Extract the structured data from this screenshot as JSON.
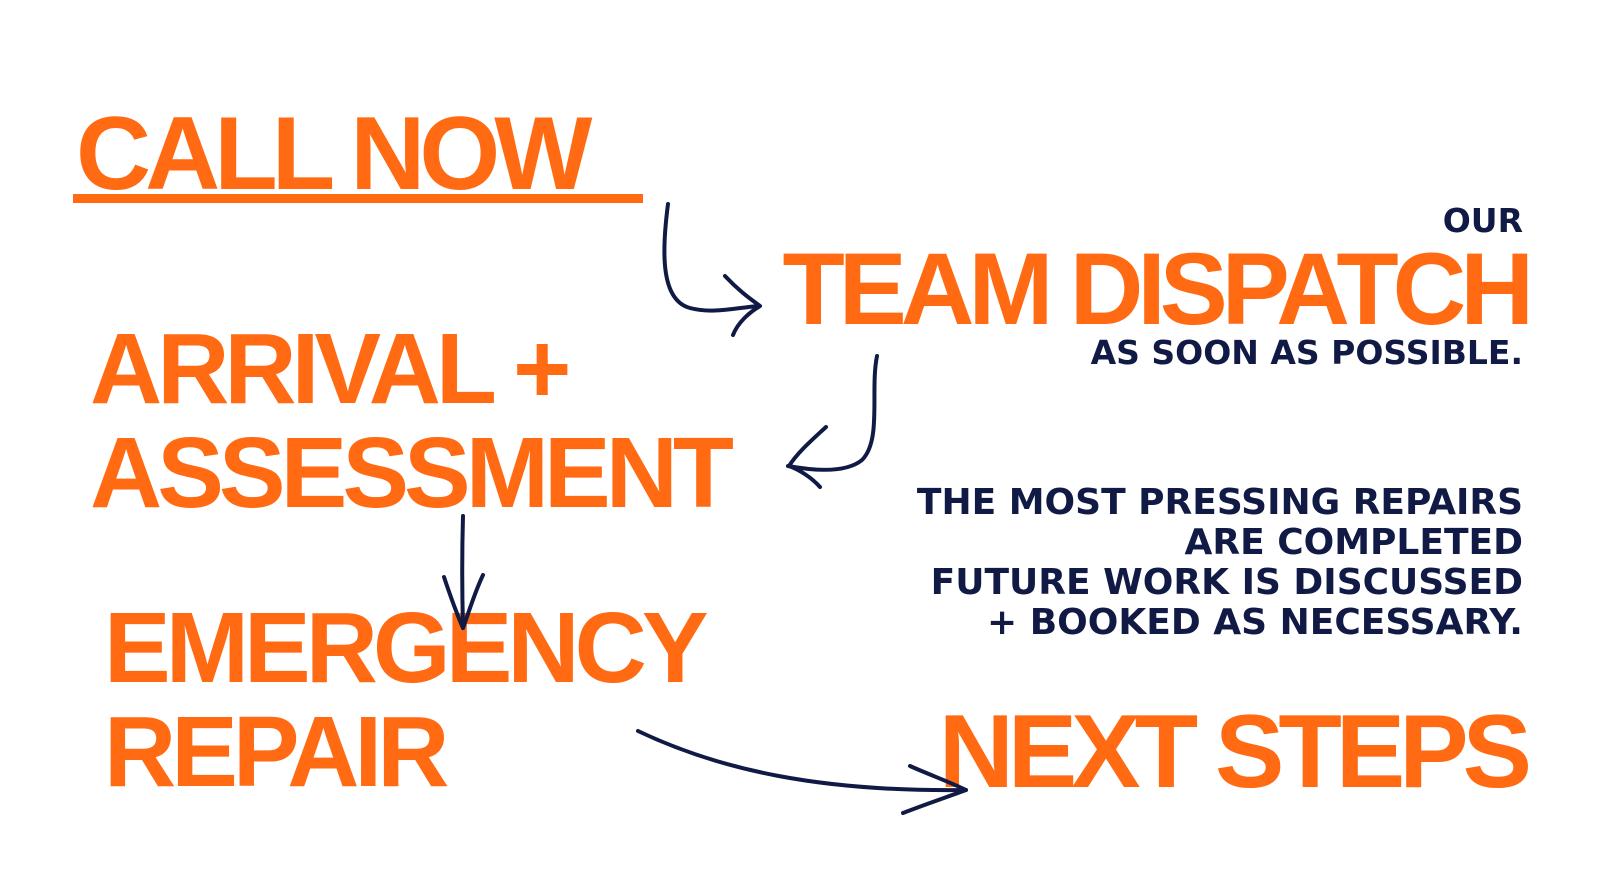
{
  "colors": {
    "accent": "#ff6a13",
    "text_dark": "#111a45",
    "background": "#ffffff"
  },
  "steps": {
    "call_now": "CALL NOW",
    "our": "OUR",
    "team_dispatch": "TEAM DISPATCH",
    "asap": "AS SOON AS POSSIBLE.",
    "arrival_line1": "ARRIVAL +",
    "arrival_line2": "ASSESSMENT",
    "emergency_line1": "EMERGENCY",
    "emergency_line2": "REPAIR",
    "next_steps": "NEXT STEPS"
  },
  "notes": {
    "completed_lines": [
      "THE MOST PRESSING REPAIRS",
      "ARE COMPLETED",
      "FUTURE WORK IS DISCUSSED",
      "+ BOOKED AS NECESSARY."
    ]
  }
}
